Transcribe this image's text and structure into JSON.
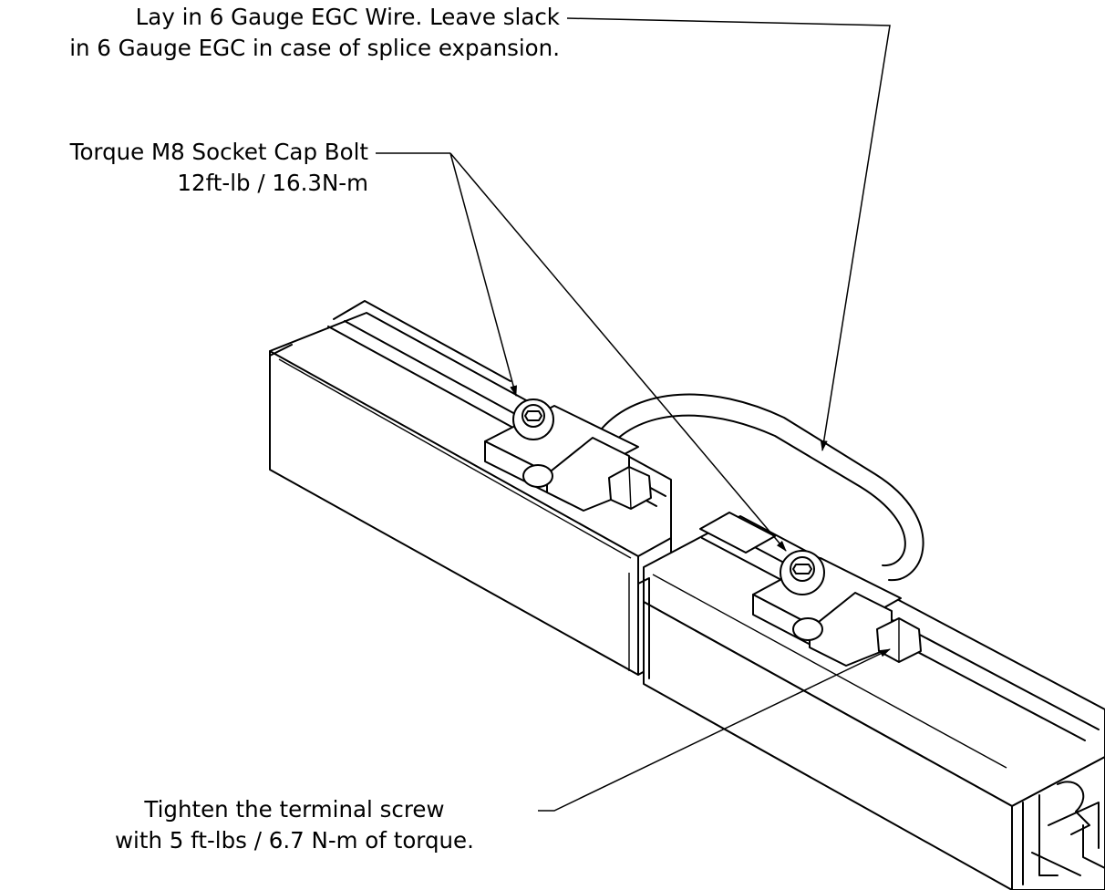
{
  "callouts": {
    "egc_wire": {
      "line1": "Lay in 6 Gauge EGC Wire. Leave slack",
      "line2": "in 6 Gauge EGC in case of splice expansion."
    },
    "socket_bolt": {
      "line1": "Torque M8 Socket Cap Bolt",
      "line2": "12ft-lb / 16.3N-m"
    },
    "terminal_screw": {
      "line1": "Tighten the terminal screw",
      "line2": "with 5 ft-lbs / 6.7 N-m of torque."
    }
  },
  "colors": {
    "ink": "#000000",
    "paper": "#ffffff"
  }
}
